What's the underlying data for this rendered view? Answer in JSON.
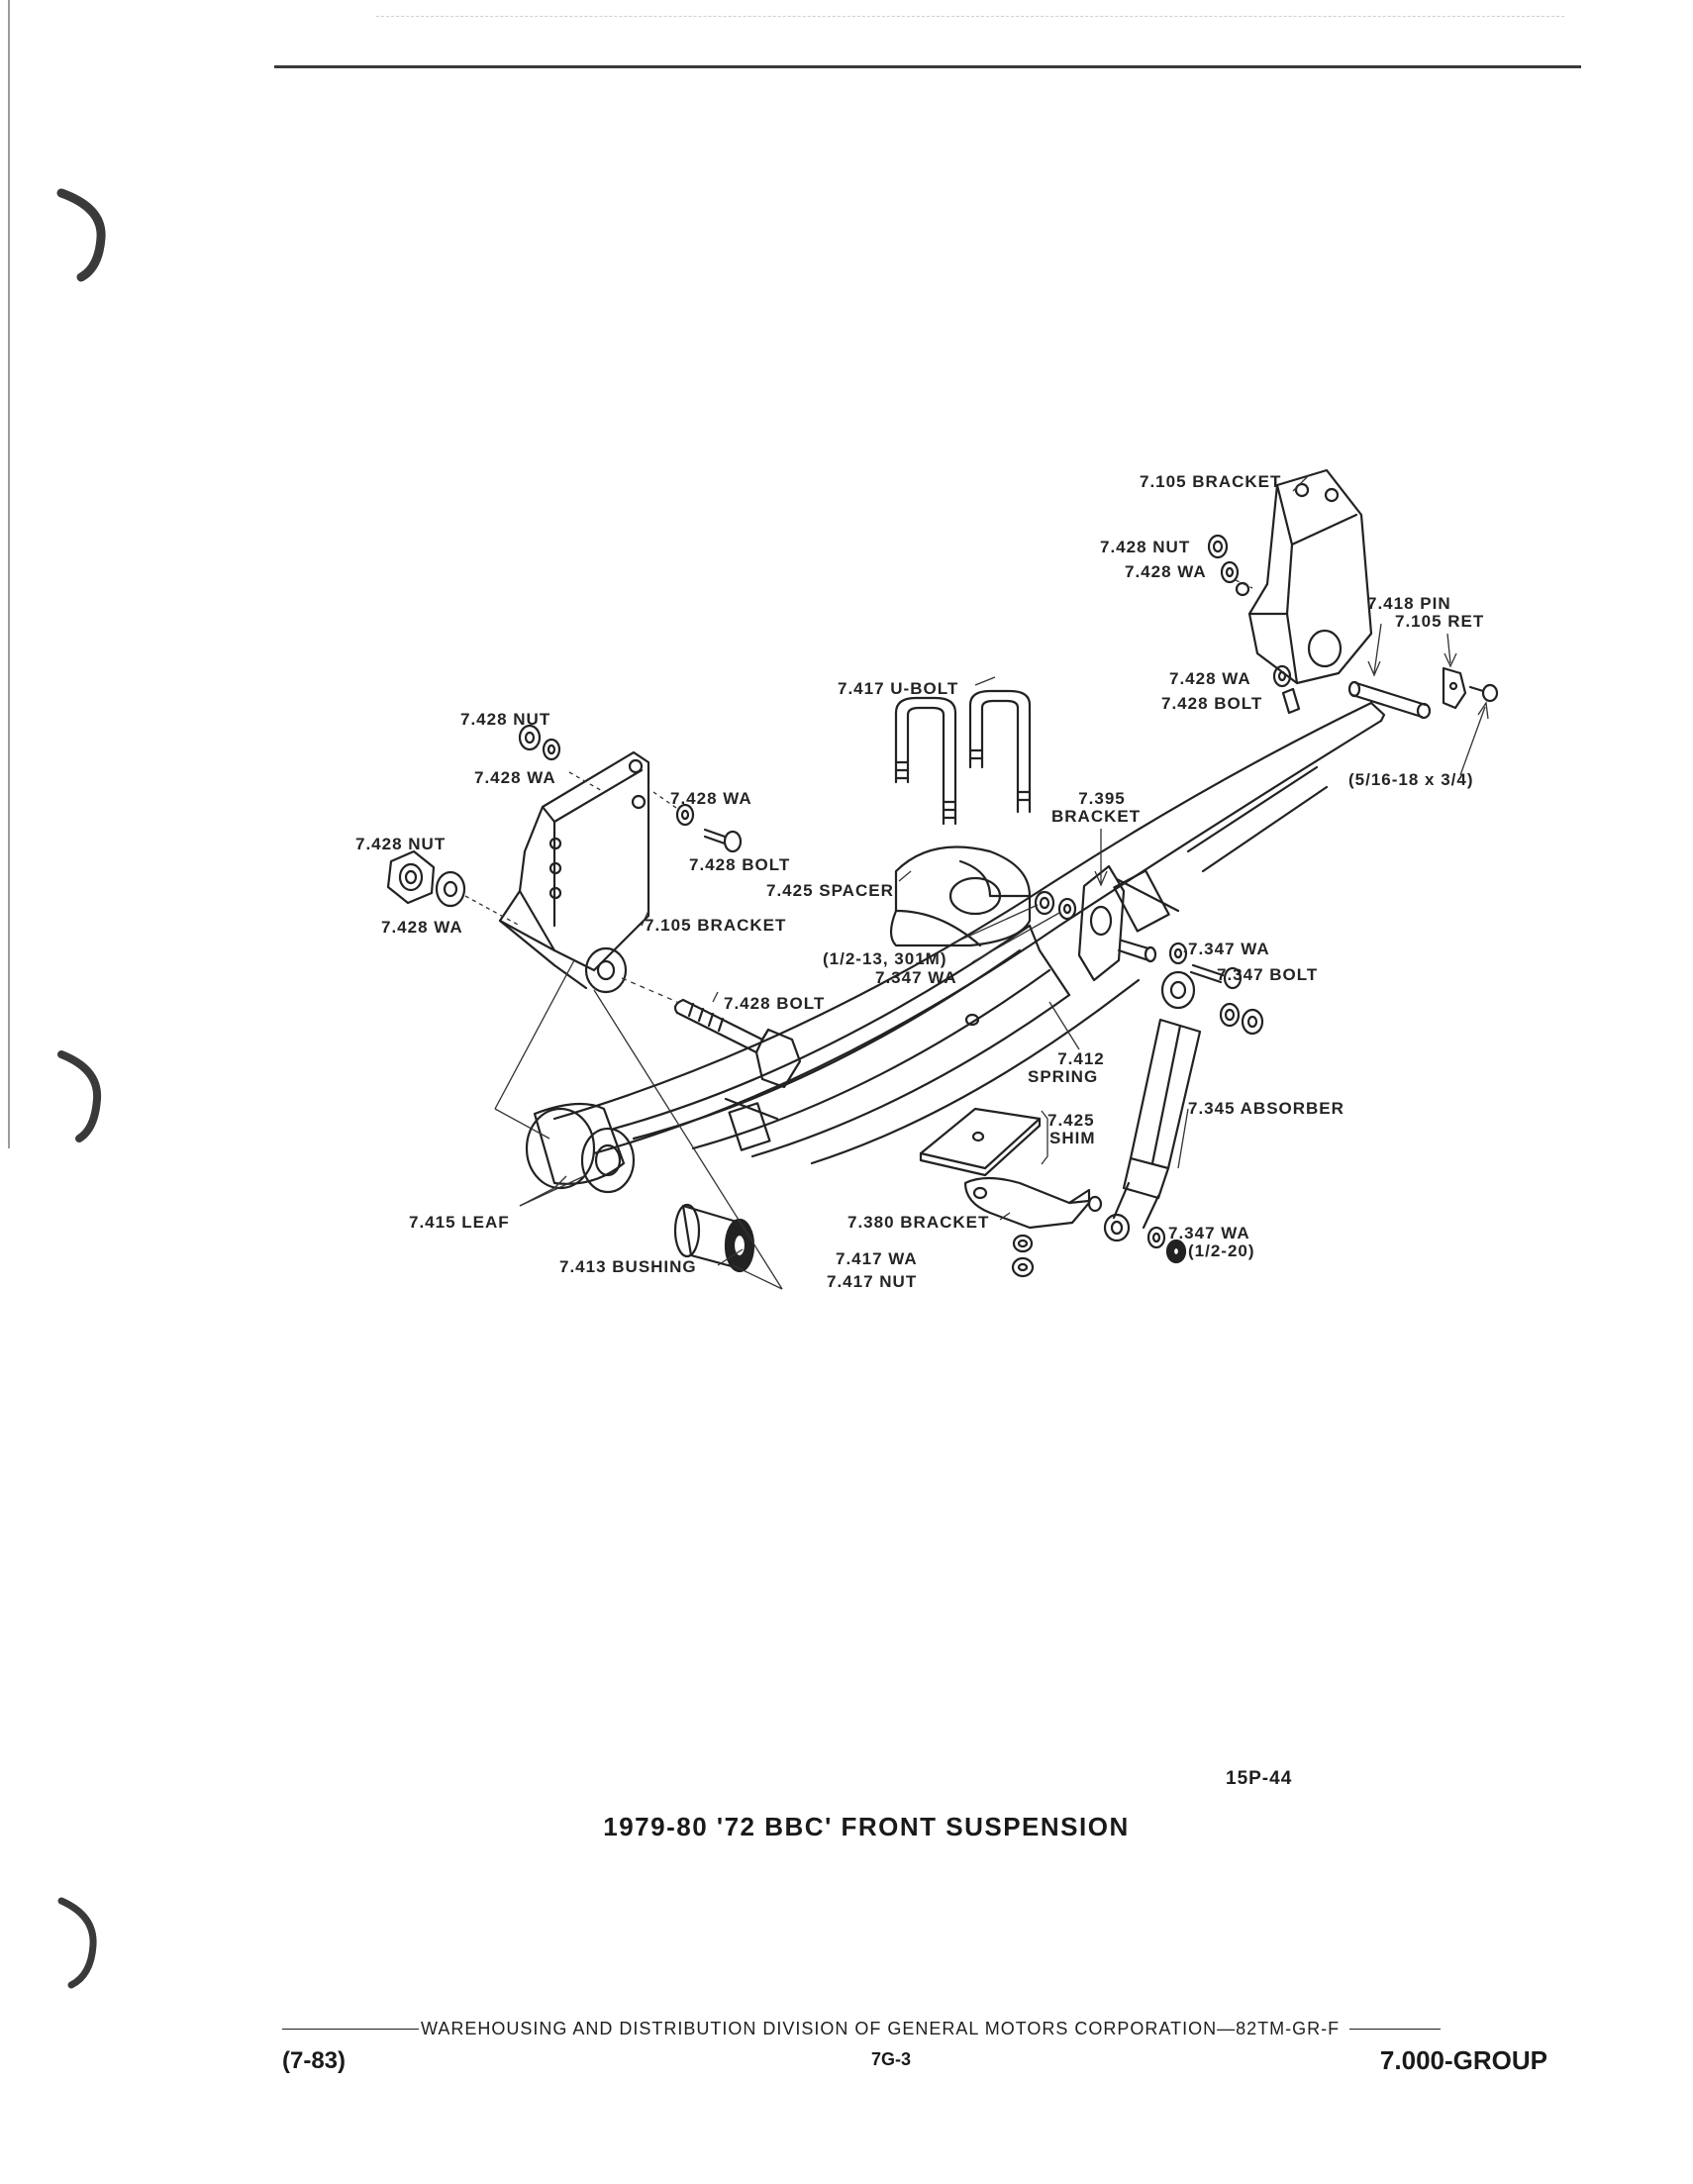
{
  "diagram": {
    "figure_code": "15P-44",
    "caption": "1979-80 '72 BBC' FRONT SUSPENSION",
    "labels": {
      "bracket_top": "7.105 BRACKET",
      "nut_top": "7.428 NUT",
      "wa_top": "7.428 WA",
      "pin": "7.418 PIN",
      "ret": "7.105 RET",
      "wa_right": "7.428 WA",
      "bolt_right": "7.428 BOLT",
      "screw_size": "(5/16-18 x 3/4)",
      "ubolt": "7.417 U-BOLT",
      "nut_left_top": "7.428 NUT",
      "wa_left_top": "7.428 WA",
      "wa_mid": "7.428 WA",
      "bolt_mid": "7.428 BOLT",
      "nut_left": "7.428 NUT",
      "wa_left": "7.428 WA",
      "bracket_left": "7.105 BRACKET",
      "spacer": "7.425 SPACER",
      "bracket_395_num": "7.395",
      "bracket_395_name": "BRACKET",
      "thread_size": "(1/2-13, 301M)",
      "wa_347_a": "7.347 WA",
      "wa_347_b": "7.347 WA",
      "bolt_347": "7.347 BOLT",
      "bolt_428_big": "7.428 BOLT",
      "spring_num": "7.412",
      "spring_name": "SPRING",
      "absorber": "7.345 ABSORBER",
      "shim_num": "7.425",
      "shim_name": "SHIM",
      "leaf": "7.415 LEAF",
      "bracket_380": "7.380 BRACKET",
      "wa_347_c": "7.347 WA",
      "thread_small": "(1/2-20)",
      "bushing": "7.413 BUSHING",
      "wa_417": "7.417 WA",
      "nut_417": "7.417 NUT"
    }
  },
  "footer": {
    "division": "WAREHOUSING AND DISTRIBUTION  DIVISION OF GENERAL MOTORS CORPORATION—82TM-GR-F",
    "date": "(7-83)",
    "page": "7G-3",
    "group": "7.000-GROUP"
  }
}
